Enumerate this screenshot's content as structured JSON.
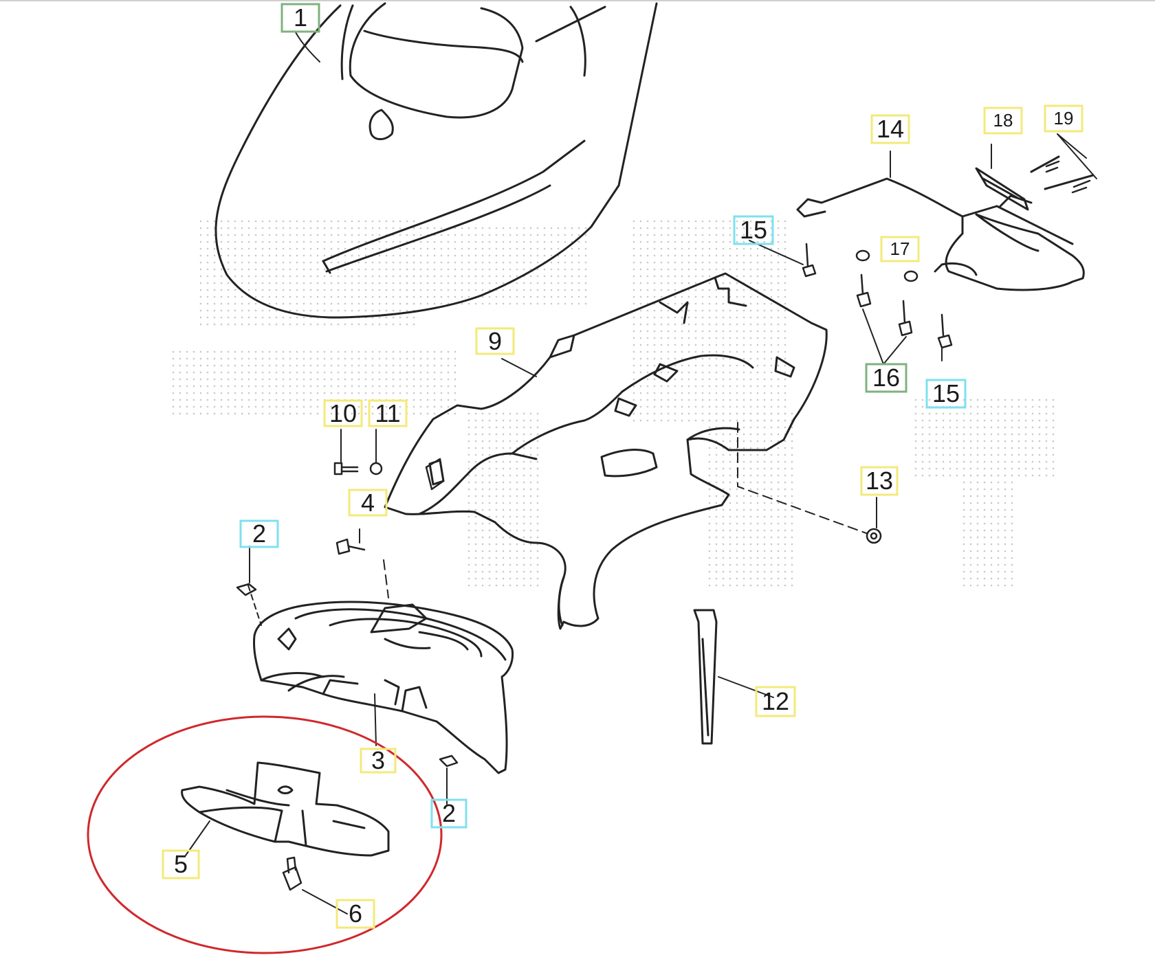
{
  "diagram": {
    "border_colors": {
      "green": "#7fb27f",
      "yellow": "#f3ea7a",
      "cyan": "#7fe0ef",
      "highlight": "#d0282b"
    },
    "callouts": {
      "c1": "1",
      "c2a": "2",
      "c2b": "2",
      "c3": "3",
      "c4": "4",
      "c5": "5",
      "c6": "6",
      "c9": "9",
      "c10": "10",
      "c11": "11",
      "c12": "12",
      "c13": "13",
      "c14": "14",
      "c15a": "15",
      "c15b": "15",
      "c16": "16",
      "c17": "17",
      "c18": "18",
      "c19": "19"
    }
  }
}
